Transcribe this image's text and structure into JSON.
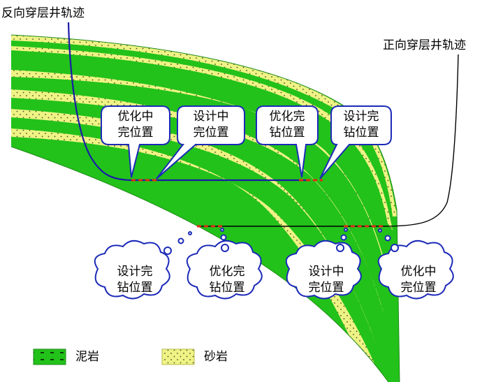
{
  "trajectories": {
    "reverse_label": "反向穿层井轨迹",
    "forward_label": "正向穿层井轨迹"
  },
  "upper_callouts": [
    {
      "line1": "优化中",
      "line2": "完位置"
    },
    {
      "line1": "设计中",
      "line2": "完位置"
    },
    {
      "line1": "优化完",
      "line2": "钻位置"
    },
    {
      "line1": "设计完",
      "line2": "钻位置"
    }
  ],
  "lower_callouts": [
    {
      "line1": "设计完",
      "line2": "钻位置"
    },
    {
      "line1": "优化完",
      "line2": "钻位置"
    },
    {
      "line1": "设计中",
      "line2": "完位置"
    },
    {
      "line1": "优化中",
      "line2": "完位置"
    }
  ],
  "legend": {
    "mudstone": "泥岩",
    "sandstone": "砂岩"
  },
  "colors": {
    "mudstone": "#22c21a",
    "sandstone": "#eef384",
    "trajectory": "#1a1aa8",
    "marker": "#e02a10",
    "bubble_border": "#1c2ab8"
  }
}
